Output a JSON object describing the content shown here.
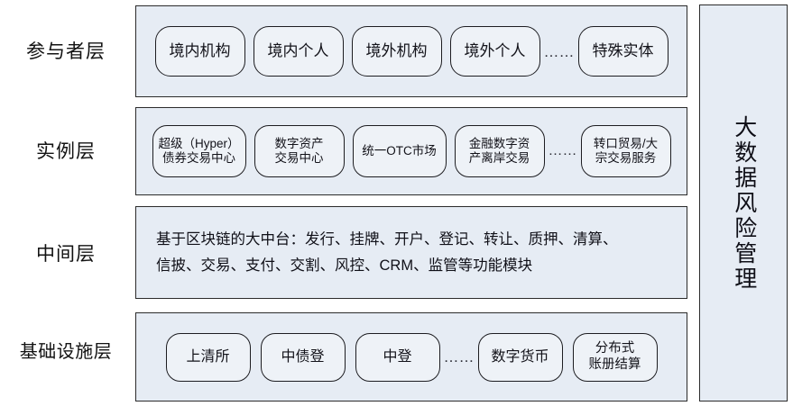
{
  "diagram": {
    "title": "分层区块链金融基础设施架构图",
    "colors": {
      "panel_background": "#e6ecf4",
      "panel_border": "#2b2b2b",
      "box_background": "#eef2f7",
      "box_border": "#1d1d21",
      "text": "#13131a",
      "page_background": "#ffffff"
    },
    "ellipsis_glyph": "……",
    "layers": [
      {
        "id": "participant",
        "label": "参与者层",
        "items": [
          {
            "text": "境内机构"
          },
          {
            "text": "境内个人"
          },
          {
            "text": "境外机构"
          },
          {
            "text": "境外个人"
          },
          {
            "text": "特殊实体"
          }
        ],
        "ellipsis_after_index": 3
      },
      {
        "id": "instance",
        "label": "实例层",
        "items": [
          {
            "text": "超级（Hyper）\n债券交易中心"
          },
          {
            "text": "数字资产\n交易中心"
          },
          {
            "text": "统一OTC市场"
          },
          {
            "text": "金融数字资\n产离岸交易"
          },
          {
            "text": "转口贸易/大\n宗交易服务"
          }
        ],
        "ellipsis_after_index": 3
      },
      {
        "id": "middle",
        "label": "中间层",
        "body_text": "基于区块链的大中台：发行、挂牌、开户、登记、转让、质押、清算、\n信披、交易、支付、交割、风控、CRM、监管等功能模块"
      },
      {
        "id": "infrastructure",
        "label": "基础设施层",
        "items": [
          {
            "text": "上清所"
          },
          {
            "text": "中债登"
          },
          {
            "text": "中登"
          },
          {
            "text": "数字货币"
          },
          {
            "text": "分布式\n账册结算"
          }
        ],
        "ellipsis_after_index": 2
      }
    ],
    "side_panel": {
      "label": "大数据风险管理"
    }
  }
}
